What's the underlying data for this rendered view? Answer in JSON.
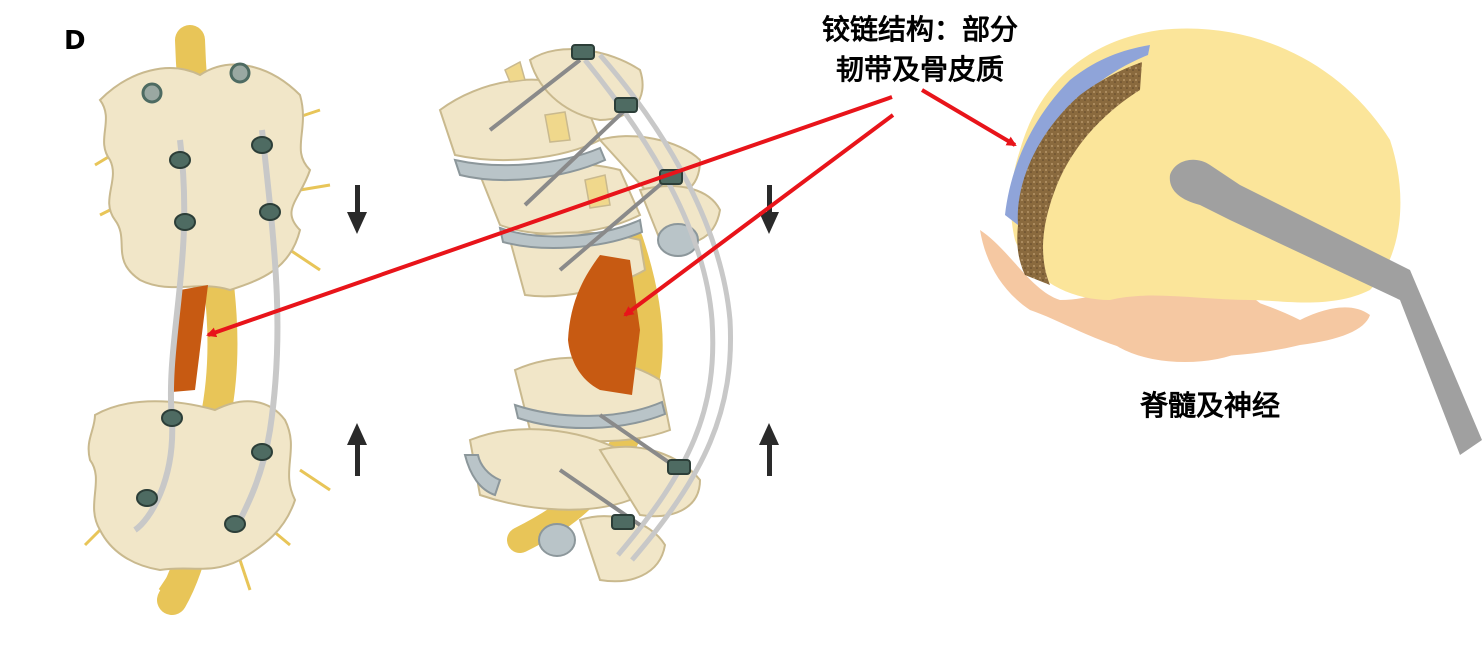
{
  "panel_letter": "D",
  "hinge_label_line1": "铰链结构：部分",
  "hinge_label_line2": "韧带及骨皮质",
  "cord_label": "脊髓及神经",
  "colors": {
    "bone": "#f1e6c8",
    "bone_edge": "#c9b98e",
    "cord": "#e8c558",
    "resected": "#c75a12",
    "rod": "#c8c8c8",
    "screw_head": "#4e6b62",
    "arrow_red": "#e8141a",
    "section_yellow": "#fbe59a",
    "section_blue": "#8fa4d9",
    "section_brown": "#8a6a3e",
    "section_skin": "#f5c8a2",
    "instrument": "#a0a0a0"
  },
  "icons": [
    "down-arrow-icon",
    "up-arrow-icon"
  ]
}
